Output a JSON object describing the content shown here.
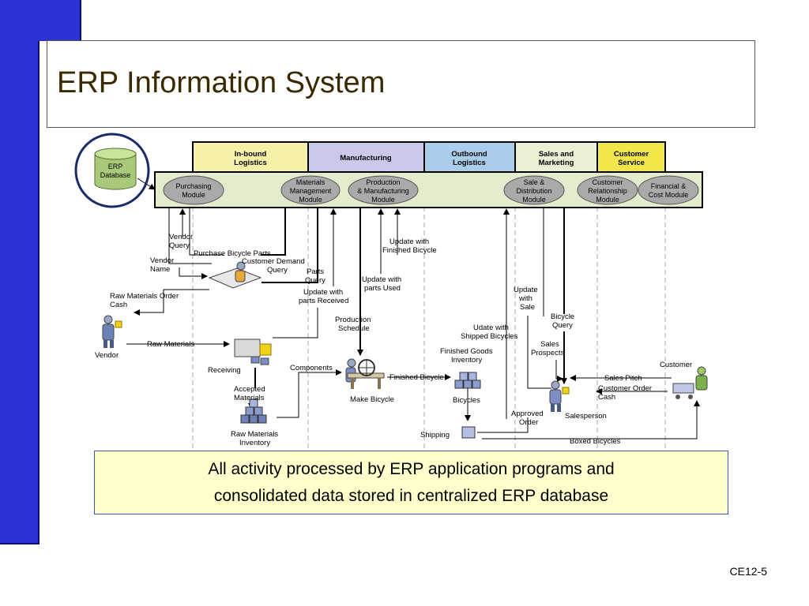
{
  "slide": {
    "title": "ERP Information System",
    "summary_line1": "All activity processed by ERP application programs and",
    "summary_line2": "consolidated data stored in centralized ERP database",
    "slide_number": "CE12-5"
  },
  "database": {
    "line1": "ERP",
    "line2": "Database"
  },
  "value_chain": {
    "inbound": {
      "line1": "In-bound",
      "line2": "Logistics",
      "color": "#f7f1a8"
    },
    "manufacturing": {
      "line1": "Manufacturing",
      "color": "#c9c9ec"
    },
    "outbound": {
      "line1": "Outbound",
      "line2": "Logistics",
      "color": "#a9cdea"
    },
    "sales_marketing": {
      "line1": "Sales and",
      "line2": "Marketing",
      "color": "#eaf0d6"
    },
    "customer_service": {
      "line1": "Customer",
      "line2": "Service",
      "color": "#f3e64a"
    }
  },
  "modules": {
    "purchasing": {
      "line1": "Purchasing",
      "line2": "Module"
    },
    "materials": {
      "line1": "Materials",
      "line2": "Management",
      "line3": "Module"
    },
    "production": {
      "line1": "Production",
      "line2": "& Manufacturing",
      "line3": "Module"
    },
    "sale_distribution": {
      "line1": "Sale &",
      "line2": "Distribution",
      "line3": "Module"
    },
    "crm": {
      "line1": "Customer",
      "line2": "Relationship",
      "line3": "Module"
    },
    "financial": {
      "line1": "Financial &",
      "line2": "Cost Module"
    }
  },
  "labels": {
    "vendor_query_1": "Vendor",
    "vendor_query_2": "Query",
    "purchase_parts": "Purchase Bicycle Parts",
    "customer_demand_1": "Customer Demand",
    "customer_demand_2": "Query",
    "vendor_name_1": "Vendor",
    "vendor_name_2": "Name",
    "parts_query_1": "Parts",
    "parts_query_2": "Query",
    "update_parts_received_1": "Update with",
    "update_parts_received_2": "parts Received",
    "update_parts_used_1": "Update with",
    "update_parts_used_2": "parts Used",
    "update_finished_1": "Update with",
    "update_finished_2": "Finished Bicycle",
    "raw_order_cash_1": "Raw Materials Order",
    "raw_order_cash_2": "Cash",
    "production_schedule_1": "Production",
    "production_schedule_2": "Schedule",
    "update_shipped_1": "Udate with",
    "update_shipped_2": "Shipped Bicycles",
    "update_sale_1": "Update",
    "update_sale_2": "with",
    "update_sale_3": "Sale",
    "bicycle_query_1": "Bicycle",
    "bicycle_query_2": "Query",
    "raw_materials": "Raw Materials",
    "vendor": "Vendor",
    "receiving": "Receiving",
    "components": "Components",
    "finished_goods_1": "Finished Goods",
    "finished_goods_2": "Inventory",
    "sales_prospects_1": "Sales",
    "sales_prospects_2": "Prospects",
    "customer": "Customer",
    "sales_pitch": "Sales Pitch",
    "customer_order_cash_1": "Customer Order",
    "customer_order_cash_2": "Cash",
    "finished_bicycle": "Finished Bicycle",
    "make_bicycle": "Make Bicycle",
    "bicycles": "Bicycles",
    "accepted_materials_1": "Accepted",
    "accepted_materials_2": "Materials",
    "salesperson": "Salesperson",
    "approved_order_1": "Approved",
    "approved_order_2": "Order",
    "raw_materials_inventory_1": "Raw Materials",
    "raw_materials_inventory_2": "Inventory",
    "shipping": "Shipping",
    "boxed_bicycles": "Boxed Bicycles"
  }
}
